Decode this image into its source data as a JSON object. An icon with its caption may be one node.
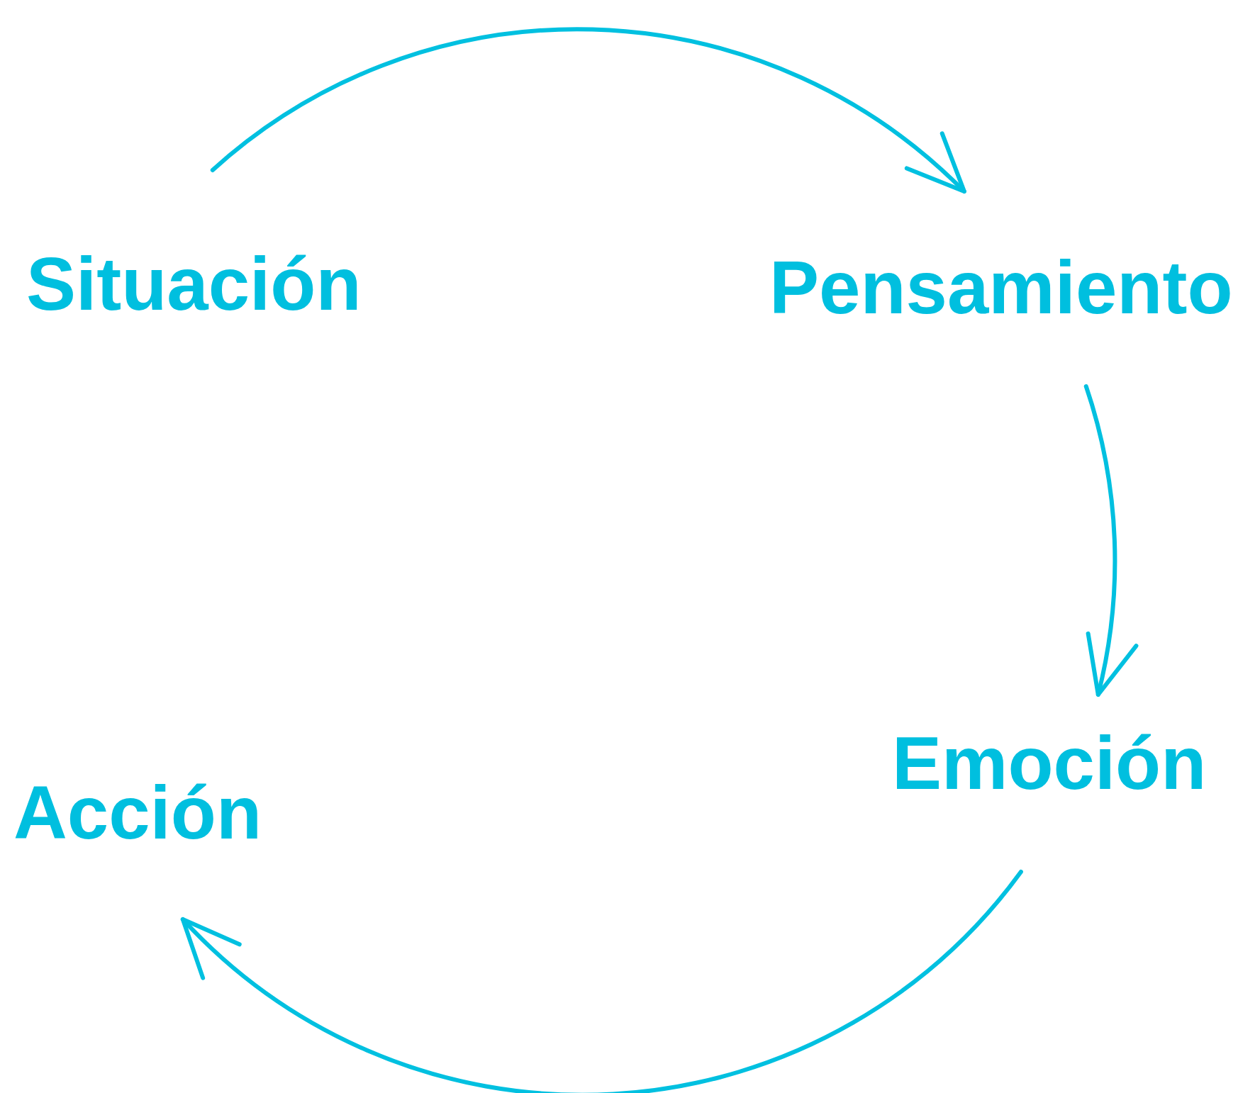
{
  "diagram": {
    "nodes": [
      {
        "text": [
          "Situación"
        ]
      },
      {
        "text": [
          "Pensamiento"
        ]
      },
      {
        "text": [
          "Emoción"
        ]
      },
      {
        "text": [
          "Acción"
        ]
      }
    ],
    "edges": [
      {
        "from": 0,
        "to": 1,
        "arrow": "to"
      },
      {
        "from": 1,
        "to": 2,
        "arrow": "to"
      },
      {
        "from": 2,
        "to": 3,
        "arrow": "to"
      }
    ]
  }
}
